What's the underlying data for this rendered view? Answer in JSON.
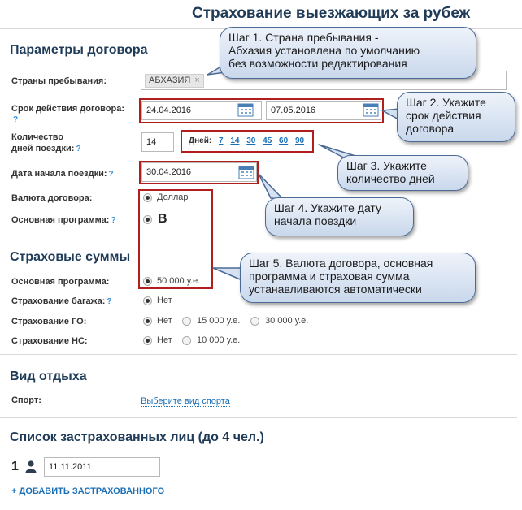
{
  "page_title": "Страхование выезжающих за рубеж",
  "sections": {
    "contract": "Параметры договора",
    "sums": "Страховые суммы",
    "vacation": "Вид отдыха",
    "insured": "Список застрахованных лиц (до 4 чел.)"
  },
  "fields": {
    "countries_label": "Страны пребывания:",
    "country_tag": "АБХАЗИЯ",
    "country_tag_remove": "×",
    "term_label": "Срок действия договора:",
    "date_from": "24.04.2016",
    "date_to": "07.05.2016",
    "days_label_line1": "Количество",
    "days_label_line2": "дней поездки:",
    "days_value": "14",
    "days_quick_label": "Дней:",
    "days_quick_options": [
      "7",
      "14",
      "30",
      "45",
      "60",
      "90"
    ],
    "start_label": "Дата начала поездки:",
    "start_date": "30.04.2016",
    "currency_label": "Валюта договора:",
    "currency_value": "Доллар",
    "program_label": "Основная программа:",
    "program_value": "B",
    "sum_program_label": "Основная программа:",
    "sum_program_value": "50 000 у.е.",
    "baggage_label": "Страхование багажа:",
    "baggage_value": "Нет",
    "go_label": "Страхование ГО:",
    "go_options": [
      "Нет",
      "15 000 у.е.",
      "30 000 у.е."
    ],
    "ns_label": "Страхование НС:",
    "ns_options": [
      "Нет",
      "10 000 у.е."
    ],
    "sport_label": "Спорт:",
    "sport_link": "Выберите вид спорта",
    "person_number": "1",
    "person_birthdate": "11.11.2011",
    "add_insured": "+ ДОБАВИТЬ ЗАСТРАХОВАННОГО",
    "help_mark": "?"
  },
  "callouts": {
    "step1": [
      "Шаг 1. Страна пребывания -",
      "Абхазия установлена по умолчанию",
      "без возможности редактирования"
    ],
    "step2": [
      "Шаг 2. Укажите",
      "срок действия",
      "договора"
    ],
    "step3": [
      "Шаг 3. Укажите",
      "количество дней"
    ],
    "step4": [
      "Шаг 4. Укажите дату",
      "начала поездки"
    ],
    "step5": [
      "Шаг 5. Валюта договора, основная",
      "программа и страховая сумма",
      "устанавливаются автоматически"
    ]
  },
  "colors": {
    "heading": "#1f3b57",
    "link": "#1a6fb5",
    "highlight_box": "#b01e1e",
    "callout_border": "#4b6a94"
  },
  "icons": [
    "calendar-icon",
    "user-icon",
    "radio-icon",
    "help-icon"
  ]
}
